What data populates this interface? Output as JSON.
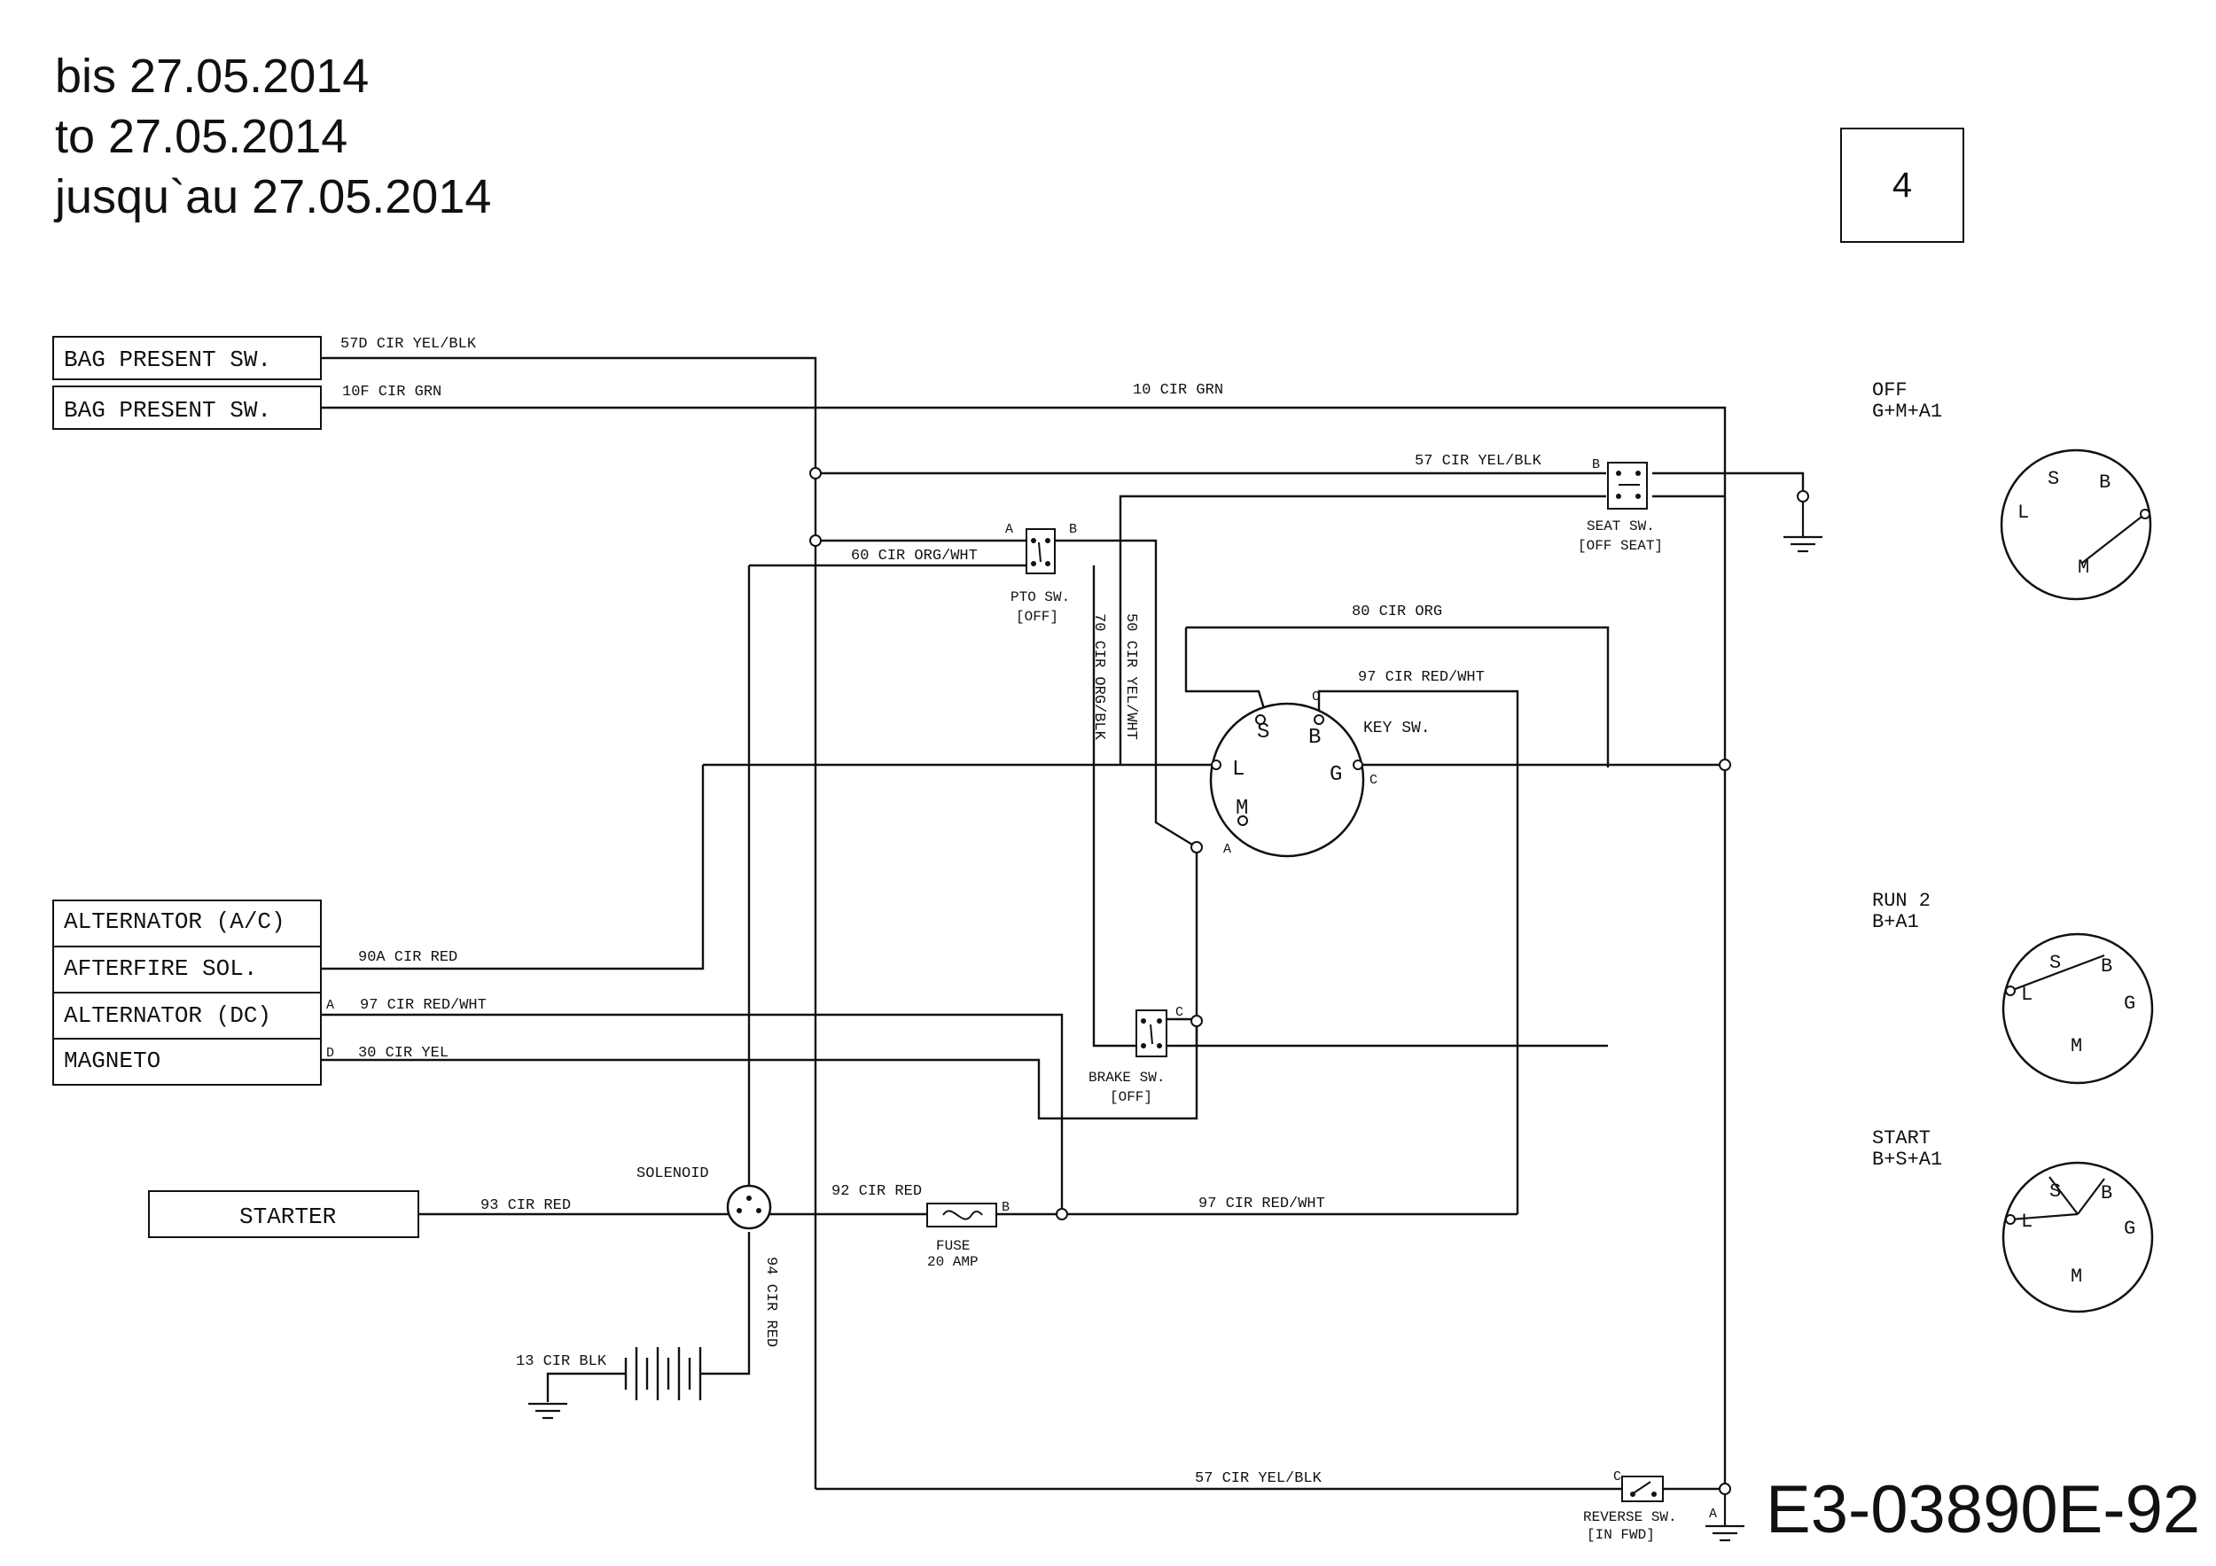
{
  "header": {
    "line1": "bis 27.05.2014",
    "line2": "to 27.05.2014",
    "line3": "jusqu`au 27.05.2014"
  },
  "sheet_number": "4",
  "document_number": "E3-03890E-92",
  "components": {
    "bag_present_1": "BAG PRESENT SW.",
    "bag_present_2": "BAG PRESENT SW.",
    "alternator_ac": "ALTERNATOR (A/C)",
    "afterfire_sol": "AFTERFIRE SOL.",
    "alternator_dc": "ALTERNATOR (DC)",
    "magneto": "MAGNETO",
    "starter": "STARTER",
    "solenoid": "SOLENOID",
    "fuse_1": "FUSE",
    "fuse_2": "20 AMP",
    "pto_sw_1": "PTO SW.",
    "pto_sw_2": "[OFF]",
    "seat_sw_1": "SEAT SW.",
    "seat_sw_2": "[OFF SEAT]",
    "brake_sw_1": "BRAKE SW.",
    "brake_sw_2": "[OFF]",
    "reverse_sw_1": "REVERSE SW.",
    "reverse_sw_2": "[IN FWD]",
    "key_sw": "KEY SW."
  },
  "wires": {
    "w57d": "57D CIR YEL/BLK",
    "w10f": "10F CIR GRN",
    "w10": "10 CIR GRN",
    "w57_top": "57 CIR YEL/BLK",
    "w60": "60 CIR ORG/WHT",
    "w70": "70 CIR ORG/BLK",
    "w50": "50 CIR YEL/WHT",
    "w80": "80 CIR ORG",
    "w97_key": "97 CIR RED/WHT",
    "w90a": "90A CIR RED",
    "w97_alt": "97 CIR RED/WHT",
    "w30": "30 CIR YEL",
    "w93": "93 CIR RED",
    "w92": "92 CIR RED",
    "w97_bottom": "97 CIR RED/WHT",
    "w94": "94 CIR RED",
    "w13": "13 CIR BLK",
    "w57_bottom": "57 CIR YEL/BLK"
  },
  "terminals": {
    "A": "A",
    "B": "B",
    "C": "C",
    "D": "D",
    "S": "S",
    "L": "L",
    "G": "G",
    "M": "M"
  },
  "key_positions": {
    "off_title": "OFF",
    "off_combo": "G+M+A1",
    "run_title": "RUN 2",
    "run_combo": "B+A1",
    "start_title": "START",
    "start_combo": "B+S+A1"
  }
}
